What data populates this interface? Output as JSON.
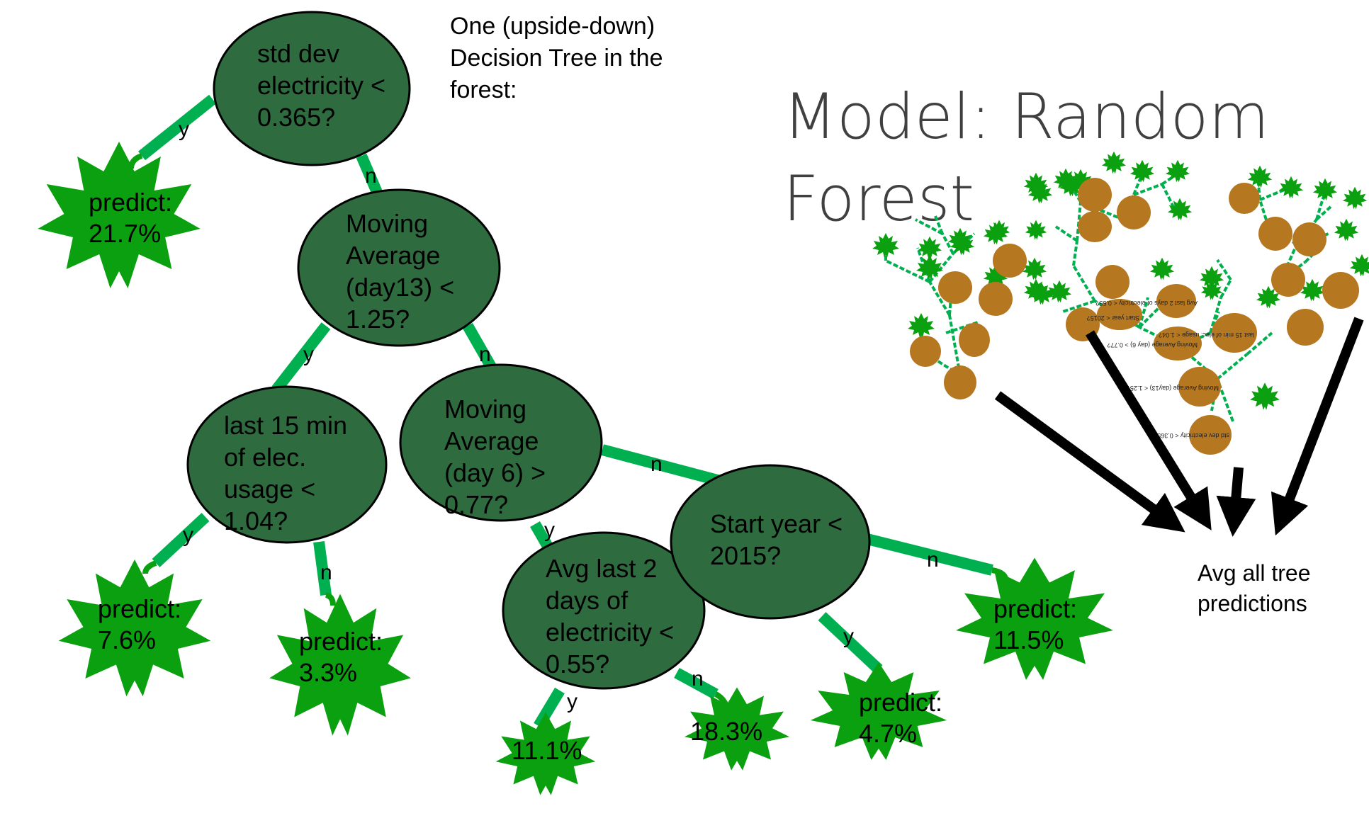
{
  "title": {
    "line1": "Model: Random",
    "line2": "Forest"
  },
  "caption": {
    "line1": "One (upside-down)",
    "line2": "Decision Tree in the",
    "line3": "forest:"
  },
  "aggregate": {
    "line1": "Avg all tree",
    "line2": "predictions"
  },
  "colors": {
    "node_fill": "#2e6b3f",
    "branch": "#00b050",
    "leaf": "#0aa00f",
    "mini_node": "#b5771f",
    "arrow": "#000000"
  },
  "edge_labels": {
    "yes": "y",
    "no": "n"
  },
  "nodes": {
    "root": [
      "std dev",
      "electricity <",
      "0.365?"
    ],
    "ma13": [
      "Moving",
      "Average",
      "(day13) <",
      "1.25?"
    ],
    "last15": [
      "last 15 min",
      "of elec.",
      "usage <",
      "1.04?"
    ],
    "ma6": [
      "Moving",
      "Average",
      "(day 6) >",
      "0.77?"
    ],
    "start": [
      "Start year <",
      "2015?"
    ],
    "avg2": [
      "Avg last 2",
      "days of",
      "electricity <",
      "0.55?"
    ]
  },
  "leaves": {
    "l1": [
      "predict:",
      "21.7%"
    ],
    "l2": [
      "predict:",
      "7.6%"
    ],
    "l3": [
      "predict:",
      "3.3%"
    ],
    "l4": [
      "11.1%"
    ],
    "l5": [
      "18.3%"
    ],
    "l6": [
      "predict:",
      "4.7%"
    ],
    "l7": [
      "predict:",
      "11.5%"
    ]
  },
  "mini_tree_labels": {
    "a": "std dev electricity < 0.365?",
    "b": "Moving Average (day13) < 1.25?",
    "c": "last 15 min of elec. usage < 1.04?",
    "d": "Moving Average (day 6) > 0.77?",
    "e": "Start year < 2015?",
    "f": "Avg last 2 days of electricity < 0.55?"
  }
}
